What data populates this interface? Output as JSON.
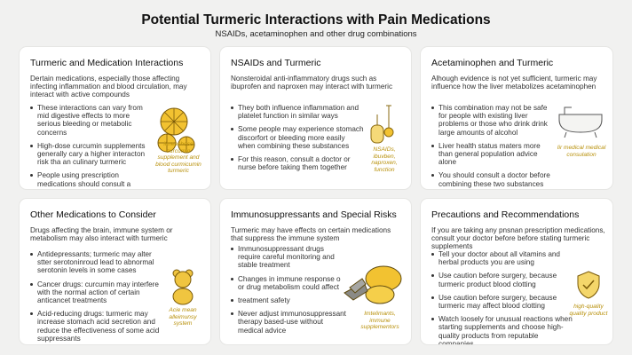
{
  "header": {
    "title": "Potential Turmeric Interactions with Pain Medications",
    "subtitle": "NSAIDs, acetaminophen and other drug combinations"
  },
  "colors": {
    "accent": "#e8b51f",
    "caption": "#b8900a",
    "card_bg": "#ffffff",
    "page_bg": "#f1f1f0"
  },
  "cards": [
    {
      "title": "Turmeric and Medication Interactions",
      "intro": "Dertain medications, especially those affecting infecting inflammation and blood circulation, may interact with active compounds",
      "bullets": [
        "These interactions can vary from mid digestive effects to more serious bleeding or metabolic concerns",
        "High-dose curcumin supplements generally cary a higher interacton risk tha an culinary turmeric",
        "People using prescription medications should consult a doctor before starting turmeric supplements"
      ],
      "caption": "ilmeachose curcumin supplement and blood curmicumin turmeric",
      "icon": "turmeric-slices-icon"
    },
    {
      "title": "NSAIDs and Turmeric",
      "intro": "Nonsteroidal anti-inflammatory drugs such as ibuprofen and naproxen may interact with turmeric",
      "bullets": [
        "They both influence inflammation and platelet function in similar ways",
        "Some people may experience stomach discorfort or bleeding more easily when combining these substances",
        "For this reason, consult a doctor or nurse before taking them together"
      ],
      "caption": "NSAIDs, ibuvben, naproxen, function",
      "icon": "dropper-bottle-icon"
    },
    {
      "title": "Acetaminophen and Turmeric",
      "intro": "Alhough evidence is not yet sufficient, turmeric may influence how the liver metabolizes acetaminophen",
      "bullets": [
        "This combination may not be safe for people with existing liver problems or those who drink drink large amounts of alcohol",
        "Liver health status maters more than general population advice alone",
        "You should consult a doctor before combining these two substances"
      ],
      "caption": "Iir medical medical consulation",
      "icon": "bathtub-liver-icon"
    },
    {
      "title": "Other Medications to Consider",
      "intro": "Drugs affecting the brain, immune system or metabolism may also interact with turmeric",
      "bullets": [
        "Antidepressants; turmeric may alter stter serotoninroud lead to abnormal serotonin levels in some cases",
        "Cancer drugs: curcumin may interfere with the normal action of certain anticancet treatments",
        "Acid-reducing drugs: turmeric may increase stomach acid secretion and reduce the effectiveness of some acid suppressants"
      ],
      "caption": "Acie mean alleimunsy system",
      "icon": "bear-figure-icon"
    },
    {
      "title": "Immunosuppressants and Special Risks",
      "intro": "Turmeric may have effects on certain medications that suppress the immune system",
      "bullets": [
        "Immunosuppressant drugs require careful monitoring and stable treatment",
        "Changes in immune response o or drug metabolism could affect",
        "treatment safety",
        "Never adjust immunosuppressant therapy based-use without medical advice"
      ],
      "caption": "Imtelimants, immune supplementors",
      "icon": "turmeric-roots-icon"
    },
    {
      "title": "Precautions and Recommendations",
      "intro": "If you are taking any pnsnan prescription medications, consult your doctor before before stating turmeric supplements",
      "bullets": [
        "Tell your doctor about all vitamins and herbal products you are using",
        "Use caution before surgery, because turmeric product blood clotting",
        "Use caution before surgery, because turmeric may affect blood clotting",
        "Watch loosely for unusual reactions when starting supplements and choose high-quality products from reputable companies"
      ],
      "caption": "high-quality quality product",
      "icon": "shield-check-icon"
    }
  ]
}
